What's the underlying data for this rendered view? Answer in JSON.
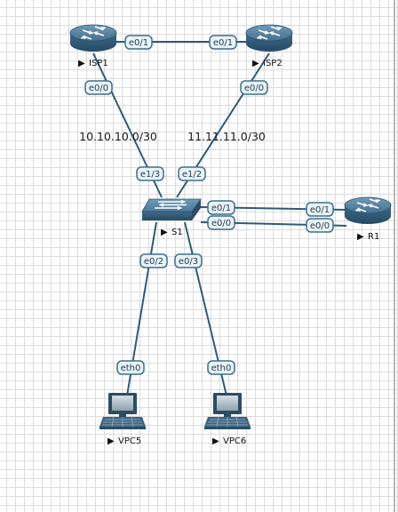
{
  "colors": {
    "grid": "#dcdcdc",
    "link": "#2f5a7a",
    "device_body": "#3e6d8d",
    "interface_label_fill": "#e9f2f7",
    "interface_label_border": "#3f6f8e"
  },
  "nodes": {
    "isp1": {
      "name": "ISP1",
      "icon": "router-icon"
    },
    "isp2": {
      "name": "ISP2",
      "icon": "router-icon"
    },
    "r1": {
      "name": "R1",
      "icon": "router-icon"
    },
    "s1": {
      "name": "S1",
      "icon": "switch-icon"
    },
    "vpc5": {
      "name": "VPC5",
      "icon": "pc-icon"
    },
    "vpc6": {
      "name": "VPC6",
      "icon": "pc-icon"
    }
  },
  "networks": {
    "isp1_link": "10.10.10.0/30",
    "isp2_link": "11.11.11.0/30"
  },
  "interfaces": {
    "isp1_e01": "e0/1",
    "isp2_e01": "e0/1",
    "isp1_e00": "e0/0",
    "isp2_e00": "e0/0",
    "s1_e13": "e1/3",
    "s1_e12": "e1/2",
    "s1_e01": "e0/1",
    "s1_e00": "e0/0",
    "r1_e01": "e0/1",
    "r1_e00": "e0/0",
    "s1_e02": "e0/2",
    "s1_e03": "e0/3",
    "vpc5_eth0": "eth0",
    "vpc6_eth0": "eth0"
  },
  "play_marker": "▶"
}
